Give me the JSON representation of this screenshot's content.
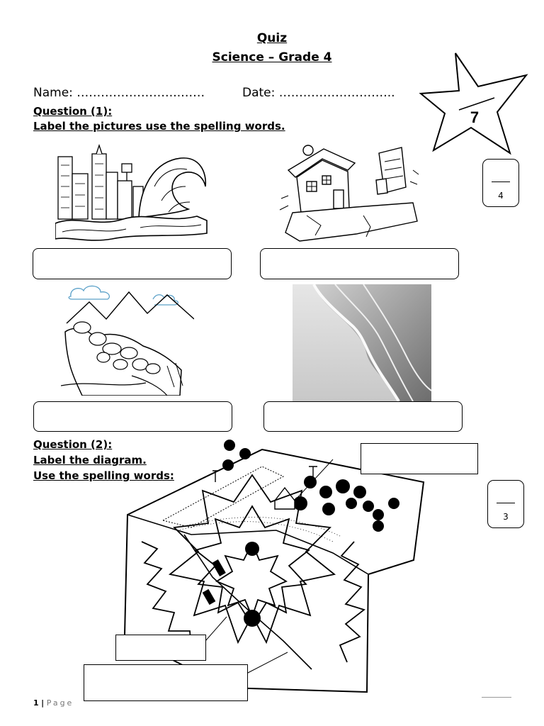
{
  "header": {
    "title": "Quiz",
    "subtitle": "Science – Grade 4"
  },
  "fields": {
    "name_label": "Name:",
    "name_dots": "……………………..……",
    "date_label": "Date:",
    "date_dots": "……………………….."
  },
  "total_score": {
    "value": "7",
    "divider": "/"
  },
  "question1": {
    "heading": "Question (1):",
    "instruction": "Label the pictures use the spelling words.",
    "marks": "4",
    "pictures": [
      "tsunami-picture",
      "earthquake-picture",
      "landslide-picture",
      "shoreline-picture"
    ]
  },
  "question2": {
    "heading": "Question (2):",
    "instruction1": "Label the diagram.",
    "instruction2": "Use the spelling words:",
    "marks": "3"
  },
  "footer": {
    "page_number": "1",
    "separator": "|",
    "page_word": "Page"
  },
  "colors": {
    "ink": "#000000",
    "cloud": "#5aa0c8",
    "paper": "#ffffff"
  }
}
